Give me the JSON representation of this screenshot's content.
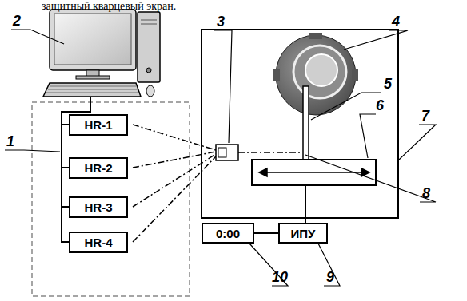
{
  "diagram": {
    "nodes": [
      {
        "text": [
          "HR-1"
        ]
      },
      {
        "text": [
          "HR-2"
        ]
      },
      {
        "text": [
          "HR-3"
        ]
      },
      {
        "text": [
          "HR-4"
        ]
      },
      {
        "text": [
          "0:00"
        ]
      },
      {
        "text": [
          "ИПУ"
        ]
      }
    ],
    "edges": [
      {
        "from": 4,
        "to": 5,
        "arrow": "none"
      }
    ],
    "labels": [
      "защитный кварцевый экран.",
      "2",
      "3",
      "4",
      "1",
      "5",
      "6",
      "7",
      "8",
      "10",
      "9"
    ]
  }
}
